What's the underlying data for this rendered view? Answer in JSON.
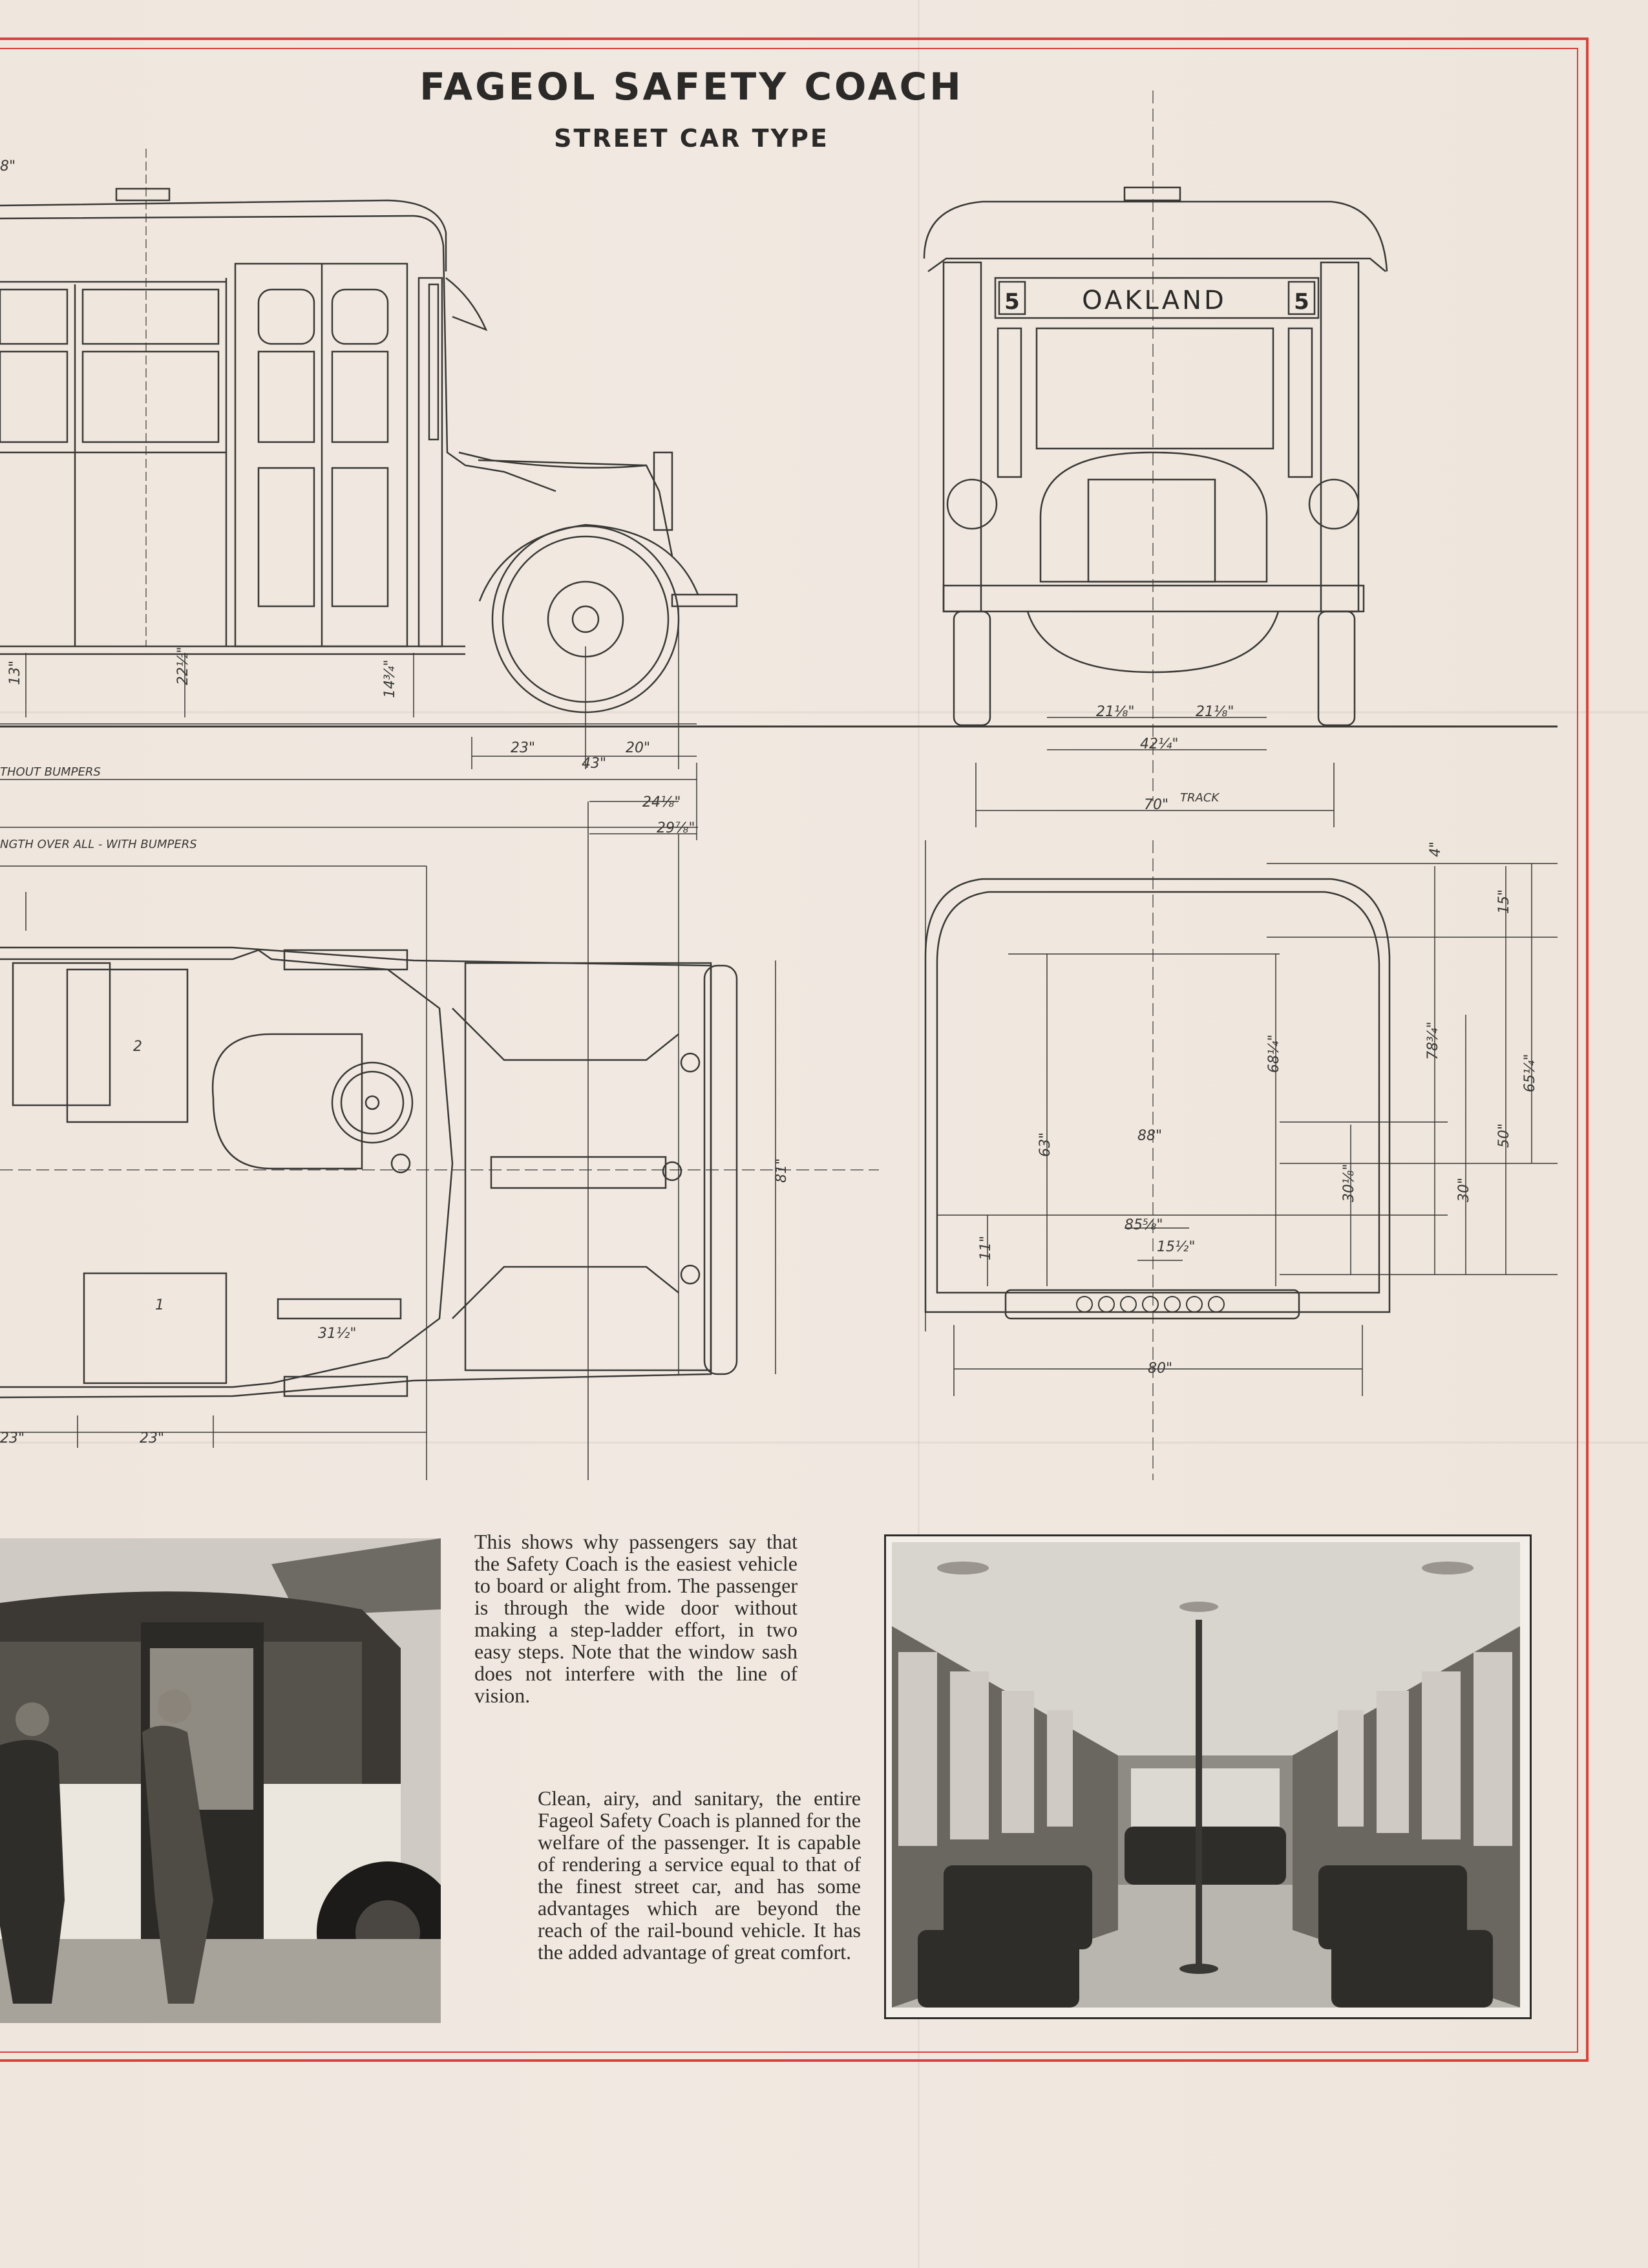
{
  "header": {
    "title": "FAGEOL SAFETY COACH",
    "subtitle": "STREET CAR TYPE"
  },
  "front_view": {
    "destination_sign": "OAKLAND",
    "route_number": "5"
  },
  "dimension_labels": {
    "d_8": "8\"",
    "d_13": "13\"",
    "d_22": "22½\"",
    "d_14": "14¾\"",
    "d_23a": "23\"",
    "d_20": "20\"",
    "d_43": "43\"",
    "without_bumpers": "THOUT BUMPERS",
    "d_24": "24⅛\"",
    "d_29": "29⅞\"",
    "with_bumpers": "NGTH OVER ALL - WITH BUMPERS",
    "d_21a": "21⅛\"",
    "d_21b": "21⅛\"",
    "d_42": "42¼\"",
    "d_70": "70\"",
    "track": "TRACK",
    "d_31": "31½\"",
    "d_23b": "23\"",
    "d_23c": "23\"",
    "d_81": "81\"",
    "seat_2": "2",
    "seat_1": "1",
    "d_4": "4\"",
    "d_15": "15\"",
    "d_68": "68¼\"",
    "d_78": "78¾\"",
    "d_65": "65¼\"",
    "d_63": "63\"",
    "d_88": "88\"",
    "d_30_8": "30⅛\"",
    "d_50": "50\"",
    "d_30": "30\"",
    "d_85": "85⅝\"",
    "d_15b": "15½\"",
    "d_11": "11\"",
    "d_80": "80\""
  },
  "captions": {
    "boarding": "This shows why passengers say that the Safety Coach is the easiest vehicle to board or alight from. The passenger is through the wide door without making a step-ladder effort, in two easy steps. Note that the window sash does not interfere with the line of vision.",
    "interior": "Clean, airy, and sanitary, the entire Fageol Safety Coach is planned for the welfare of the passenger. It is capable of rendering a service equal to that of the finest street car, and has some advantages which are beyond the reach of the rail-bound vehicle. It has the added advantage of great comfort."
  },
  "colors": {
    "border": "#d9433d",
    "ink": "#2b2a28",
    "paper": "#efe7df"
  }
}
